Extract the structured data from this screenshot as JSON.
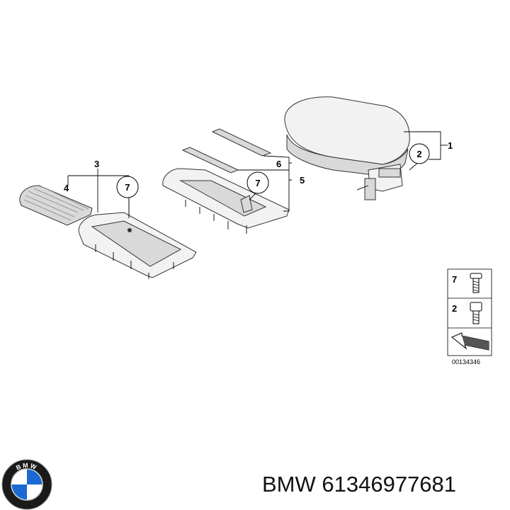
{
  "callouts": {
    "c1": "1",
    "c2": "2",
    "c3": "3",
    "c4": "4",
    "c5": "5",
    "c6": "6",
    "c7a": "7",
    "c7b": "7"
  },
  "legend": {
    "item7": "7",
    "item2": "2",
    "code": "00134346"
  },
  "logo": {
    "text": "BMW",
    "colors": {
      "blue": "#1c69d4",
      "ring": "#1a1a1a",
      "white": "#ffffff"
    }
  },
  "caption": "BMW 61346977681"
}
